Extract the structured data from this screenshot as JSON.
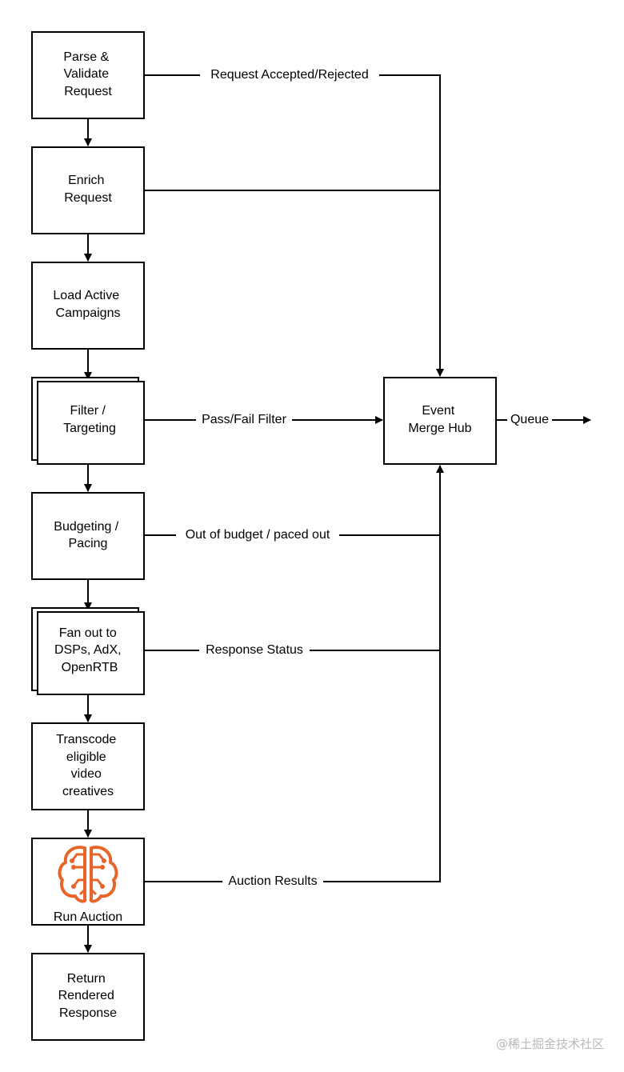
{
  "nodes": {
    "parse": [
      "Parse &",
      "Validate",
      "Request"
    ],
    "enrich": [
      "Enrich",
      "Request"
    ],
    "load": [
      "Load Active",
      "Campaigns"
    ],
    "filter": [
      "Filter /",
      "Targeting"
    ],
    "budget": [
      "Budgeting /",
      "Pacing"
    ],
    "fanout": [
      "Fan out to",
      "DSPs, AdX,",
      "OpenRTB"
    ],
    "transcode": [
      "Transcode",
      "eligible",
      "video",
      "creatives"
    ],
    "auction": [
      "Run Auction"
    ],
    "return": [
      "Return",
      "Rendered",
      "Response"
    ],
    "hub": [
      "Event",
      "Merge Hub"
    ]
  },
  "edge_labels": {
    "accepted": "Request Accepted/Rejected",
    "passfail": "Pass/Fail Filter",
    "budget": "Out of budget / paced out",
    "response": "Response Status",
    "auction": "Auction Results",
    "queue": "Queue"
  },
  "icons": {
    "auction": "brain-circuit-icon"
  },
  "colors": {
    "icon": "#E8652A",
    "line": "#000000"
  },
  "watermark": "@稀土掘金技术社区"
}
